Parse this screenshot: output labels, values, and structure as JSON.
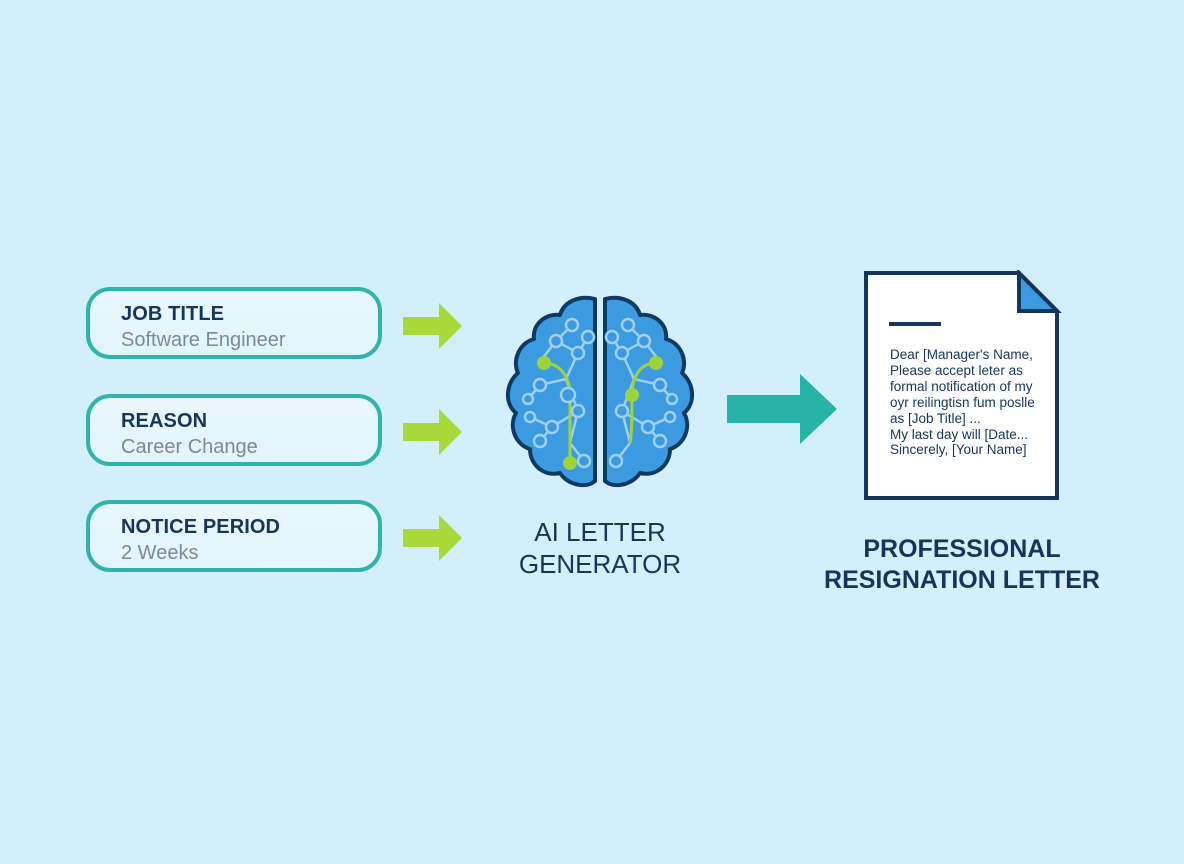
{
  "inputs": [
    {
      "label": "JOB TITLE",
      "value": "Software Engineer"
    },
    {
      "label": "REASON",
      "value": "Career Change"
    },
    {
      "label": "NOTICE PERIOD",
      "value": "2 Weeks"
    }
  ],
  "generator": {
    "line1": "AI LETTER",
    "line2": "GENERATOR"
  },
  "output": {
    "line1": "PROFESSIONAL",
    "line2": "RESIGNATION LETTER",
    "letter_lines": [
      "Dear [Manager's Name,",
      "Please accept leter as",
      "formal notification of my",
      "oyr reilingtisn fum poslle",
      "as [Job Title] ...",
      "My last day will [Date...",
      "Sincerely, [Your Name]"
    ]
  },
  "colors": {
    "background": "#d3effb",
    "card_border": "#2fb4ad",
    "input_arrow": "#a8d83a",
    "output_arrow": "#27b3a6",
    "brain_fill": "#3b9ae0",
    "brain_outline": "#0f3a60",
    "node_accent": "#9fd33b",
    "text_dark": "#15355a"
  },
  "icons": [
    "brain-icon",
    "document-icon",
    "arrow-right-icon"
  ]
}
